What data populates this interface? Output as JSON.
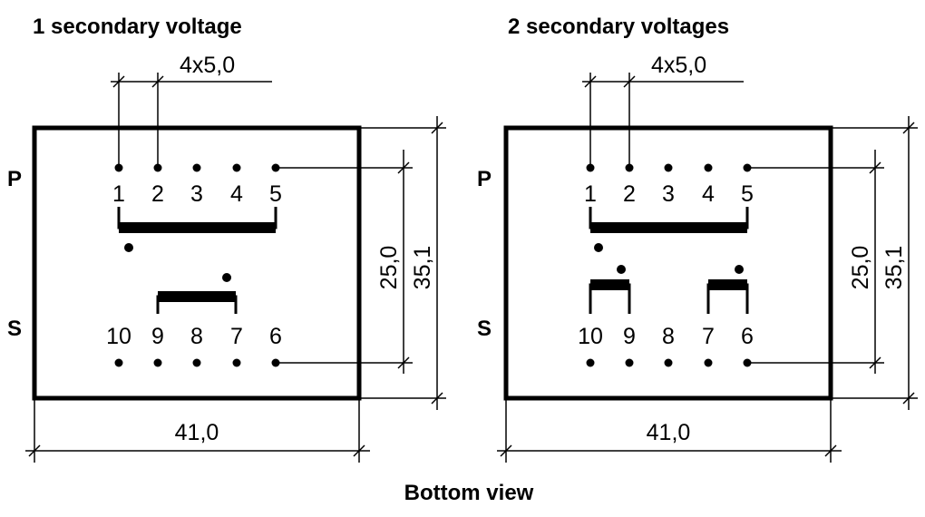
{
  "caption": "Bottom view",
  "panels": [
    {
      "title": "1 secondary voltage",
      "primary_label": "P",
      "secondary_label": "S",
      "pin_pitch_label": "4x5,0",
      "width_label": "41,0",
      "pin_row_label": "25,0",
      "height_label": "35,1",
      "top_pins": [
        "1",
        "2",
        "3",
        "4",
        "5"
      ],
      "bottom_pins": [
        "10",
        "9",
        "8",
        "7",
        "6"
      ]
    },
    {
      "title": "2 secondary voltages",
      "primary_label": "P",
      "secondary_label": "S",
      "pin_pitch_label": "4x5,0",
      "width_label": "41,0",
      "pin_row_label": "25,0",
      "height_label": "35,1",
      "top_pins": [
        "1",
        "2",
        "3",
        "4",
        "5"
      ],
      "bottom_pins": [
        "10",
        "9",
        "8",
        "7",
        "6"
      ]
    }
  ]
}
